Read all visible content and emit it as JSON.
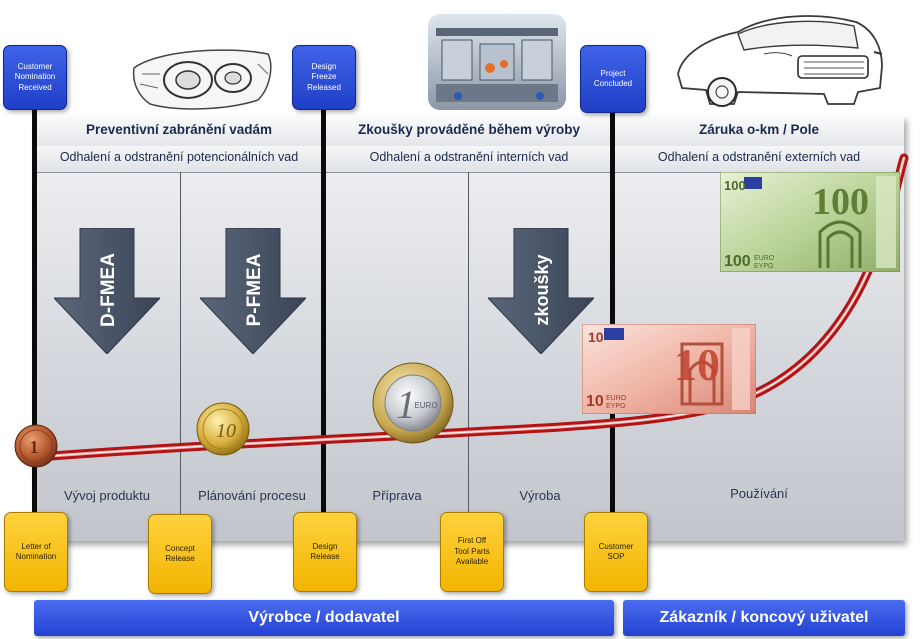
{
  "sections": [
    {
      "header": "Preventivní zabránění vadám",
      "sub": "Odhalení a odstranění potencionálních vad"
    },
    {
      "header": "Zkoušky prováděné během výroby",
      "sub": "Odhalení a odstranění interních vad"
    },
    {
      "header": "Záruka o-km / Pole",
      "sub": "Odhalení a odstranění externích vad"
    }
  ],
  "arrows": [
    "D-FMEA",
    "P-FMEA",
    "zkoušky"
  ],
  "phases": [
    "Vývoj produktu",
    "Plánování procesu",
    "Příprava",
    "Výroba",
    "Používání"
  ],
  "top_milestones": [
    {
      "line1": "Customer",
      "line2": "Nomination",
      "line3": "Received"
    },
    {
      "line1": "Design",
      "line2": "Freeze",
      "line3": "Released"
    },
    {
      "line1": "Project",
      "line2": "Concluded",
      "line3": ""
    }
  ],
  "bottom_milestones": [
    {
      "line1": "Letter of",
      "line2": "Nomination",
      "line3": ""
    },
    {
      "line1": "Concept",
      "line2": "Release",
      "line3": ""
    },
    {
      "line1": "Design",
      "line2": "Release",
      "line3": ""
    },
    {
      "line1": "First Off",
      "line2": "Tool Parts",
      "line3": "Available"
    },
    {
      "line1": "Customer",
      "line2": "SOP",
      "line3": ""
    }
  ],
  "bottom_bars": [
    "Výrobce / dodavatel",
    "Zákazník / koncový uživatel"
  ],
  "money": {
    "coin_1c": "1",
    "coin_10c": "10",
    "coin_1e": "1",
    "coin_1e_unit": "EURO",
    "note_10": "10",
    "note_10_unit": "EURO",
    "note_10_unit2": "EYPΩ",
    "note_100": "100",
    "note_100_unit": "EURO",
    "note_100_unit2": "EYPΩ"
  },
  "colors": {
    "cost_line": "#d81e1e",
    "arrow": "#4b5669",
    "milestone_top": "#2442d2",
    "milestone_bottom": "#f2b400"
  }
}
